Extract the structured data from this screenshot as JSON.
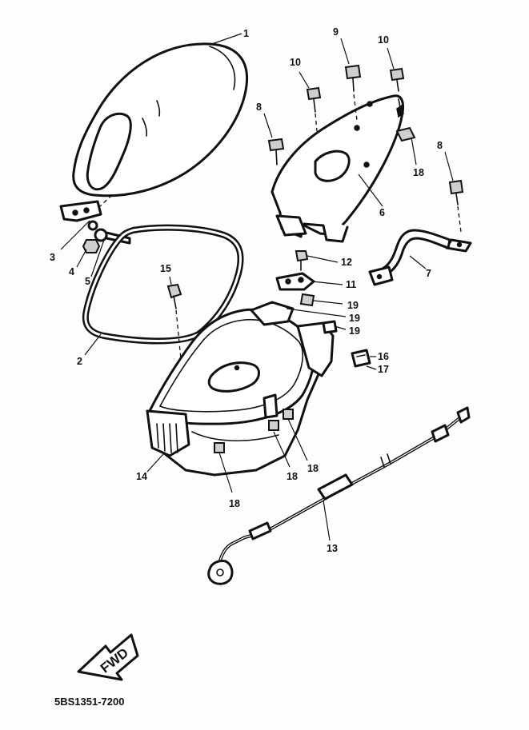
{
  "diagram": {
    "part_labels": {
      "p1": "1",
      "p2": "2",
      "p3": "3",
      "p4": "4",
      "p5": "5",
      "p6": "6",
      "p7": "7",
      "p8a": "8",
      "p8b": "8",
      "p9": "9",
      "p10a": "10",
      "p10b": "10",
      "p11": "11",
      "p12": "12",
      "p13": "13",
      "p14": "14",
      "p15": "15",
      "p16": "16",
      "p17": "17",
      "p18a": "18",
      "p18b": "18",
      "p18c": "18",
      "p18d": "18",
      "p19a": "19",
      "p19b": "19",
      "p19c": "19"
    },
    "fwd_label": "FWD",
    "drawing_code": "5BS1351-7200"
  }
}
